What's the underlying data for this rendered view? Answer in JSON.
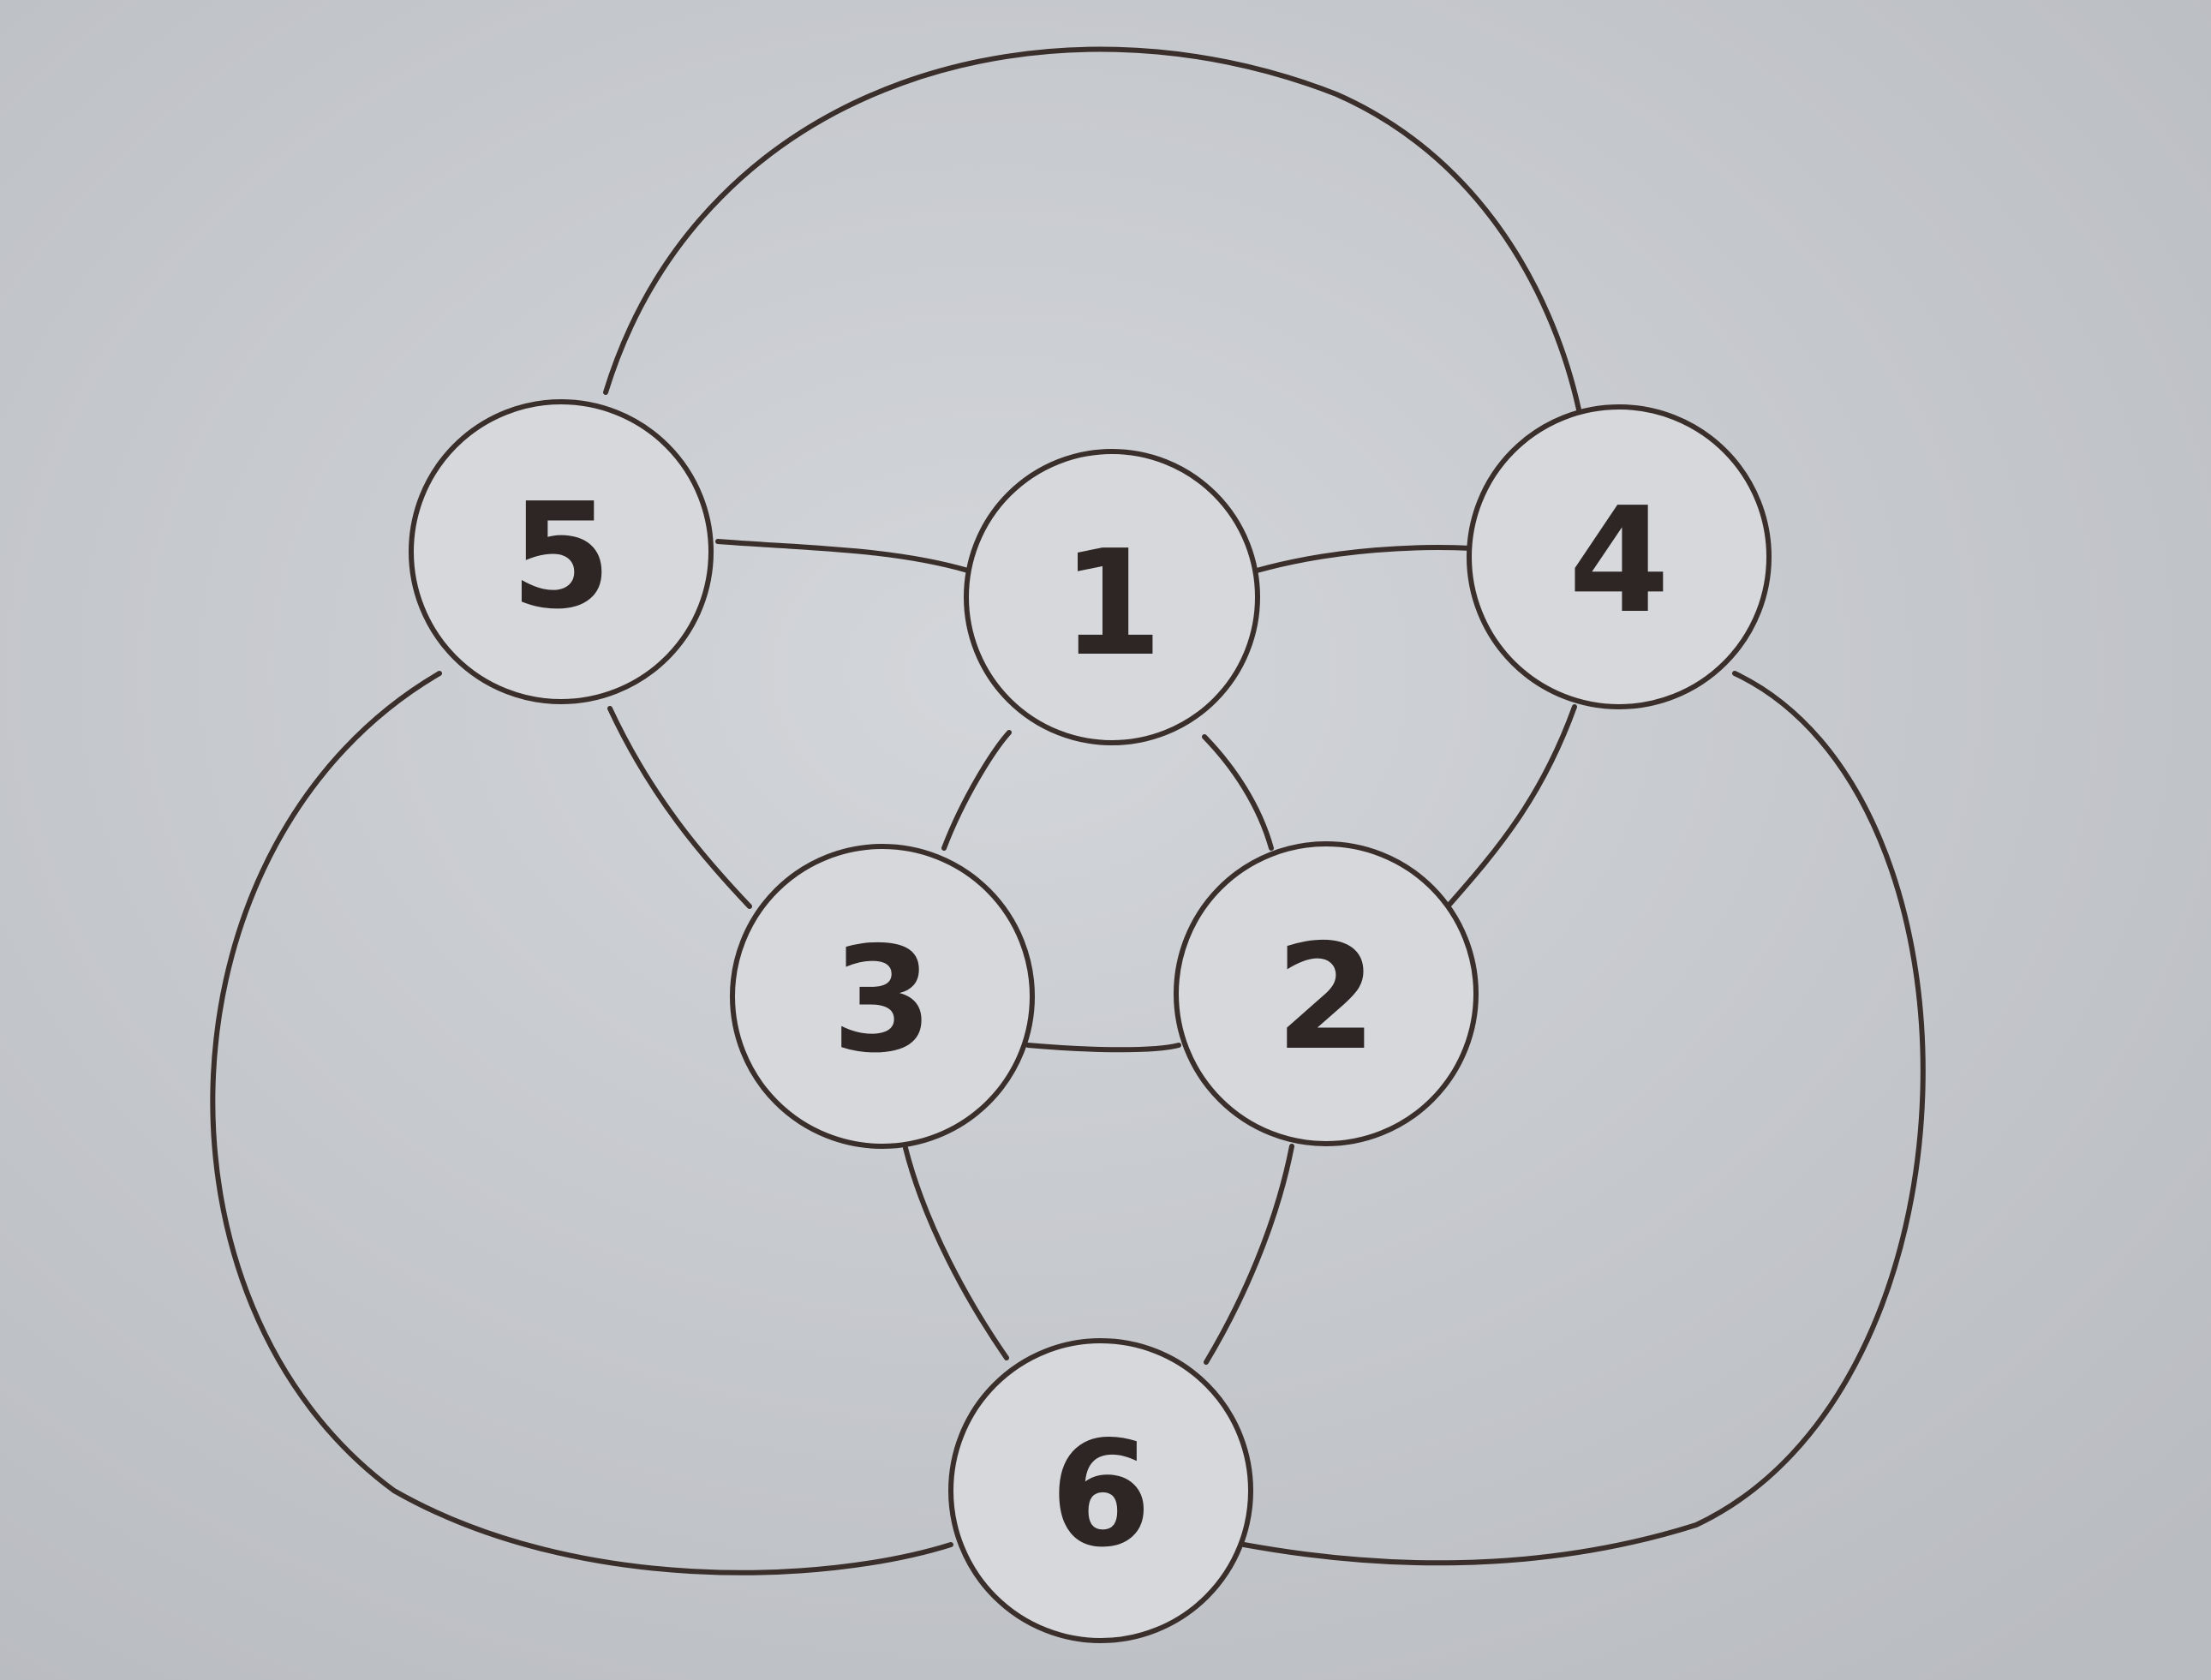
{
  "diagram": {
    "nodes": [
      {
        "id": "n1",
        "label": "1"
      },
      {
        "id": "n2",
        "label": "2"
      },
      {
        "id": "n3",
        "label": "3"
      },
      {
        "id": "n4",
        "label": "4"
      },
      {
        "id": "n5",
        "label": "5"
      },
      {
        "id": "n6",
        "label": "6"
      }
    ],
    "edges": [
      [
        "5",
        "4"
      ],
      [
        "5",
        "1"
      ],
      [
        "1",
        "4"
      ],
      [
        "5",
        "3"
      ],
      [
        "4",
        "2"
      ],
      [
        "1",
        "3"
      ],
      [
        "1",
        "2"
      ],
      [
        "3",
        "2"
      ],
      [
        "3",
        "6"
      ],
      [
        "2",
        "6"
      ],
      [
        "5",
        "6"
      ],
      [
        "4",
        "6"
      ]
    ],
    "colors": {
      "paper": "#c9ccd0",
      "node_fill": "#d6d8dc",
      "ink": "#3a2f2b"
    }
  }
}
